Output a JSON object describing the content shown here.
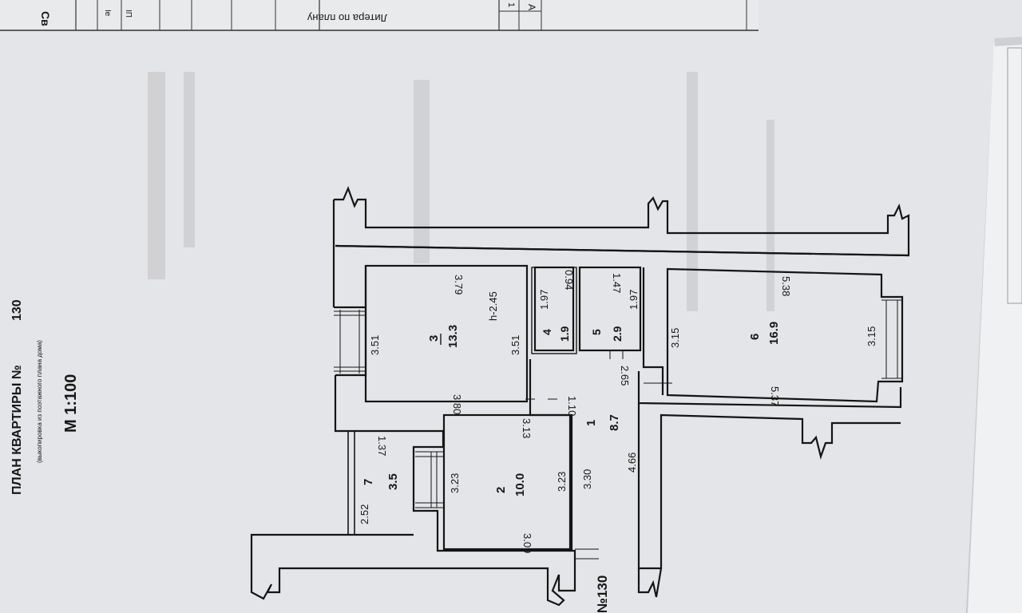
{
  "title_block": {
    "plan_title": "ПЛАН КВАРТИРЫ №",
    "apartment_number": "130",
    "subtitle": "(выкопировка из поэтажного плана дома)",
    "scale": "М 1:100",
    "litera_label": "Литера по плану",
    "corner_label": "Св",
    "table_cells": [
      "1",
      "А"
    ],
    "edge_marks": [
      "Iе",
      "IП"
    ]
  },
  "apartment_marker": "№130",
  "rooms": [
    {
      "id": "1",
      "number": "1",
      "area": "8.7"
    },
    {
      "id": "2",
      "number": "2",
      "area": "10.0"
    },
    {
      "id": "3",
      "number": "3",
      "area": "13.3"
    },
    {
      "id": "4",
      "number": "4",
      "area": "1.9"
    },
    {
      "id": "5",
      "number": "5",
      "area": "2.9"
    },
    {
      "id": "6",
      "number": "6",
      "area": "16.9"
    },
    {
      "id": "7",
      "number": "7",
      "area": "3.5"
    }
  ],
  "ceiling_height": "h-2.45",
  "dimensions": {
    "r3_top": "3.79",
    "r3_left": "3.51",
    "r3_right": "3.51",
    "r3_bottom": "3.80",
    "r4_top": "0.94",
    "r4_side": "1.97",
    "r5_top": "1.47",
    "r5_side": "1.97",
    "r1_top": "2.65",
    "r1_small": "1.10",
    "r1_left": "3.30",
    "r1_right": "4.66",
    "r6_top": "5.38",
    "r6_left": "3.15",
    "r6_right": "3.15",
    "r6_bottom": "5.37",
    "r2_top": "3.13",
    "r2_left": "3.23",
    "r2_right": "3.23",
    "r2_bottom": "3.09",
    "r7_top": "1.37",
    "r7_side": "2.52"
  }
}
